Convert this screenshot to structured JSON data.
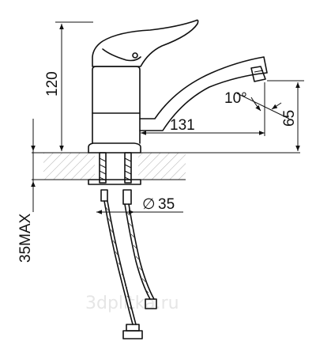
{
  "dimensions": {
    "height_body": "120",
    "spout_reach": "131",
    "spout_height": "65",
    "spout_angle": "10°",
    "mount_diameter_symbol": "∅",
    "mount_diameter": "35",
    "max_counter_thickness": "35MAX"
  },
  "watermark": "3dplitka.ru"
}
